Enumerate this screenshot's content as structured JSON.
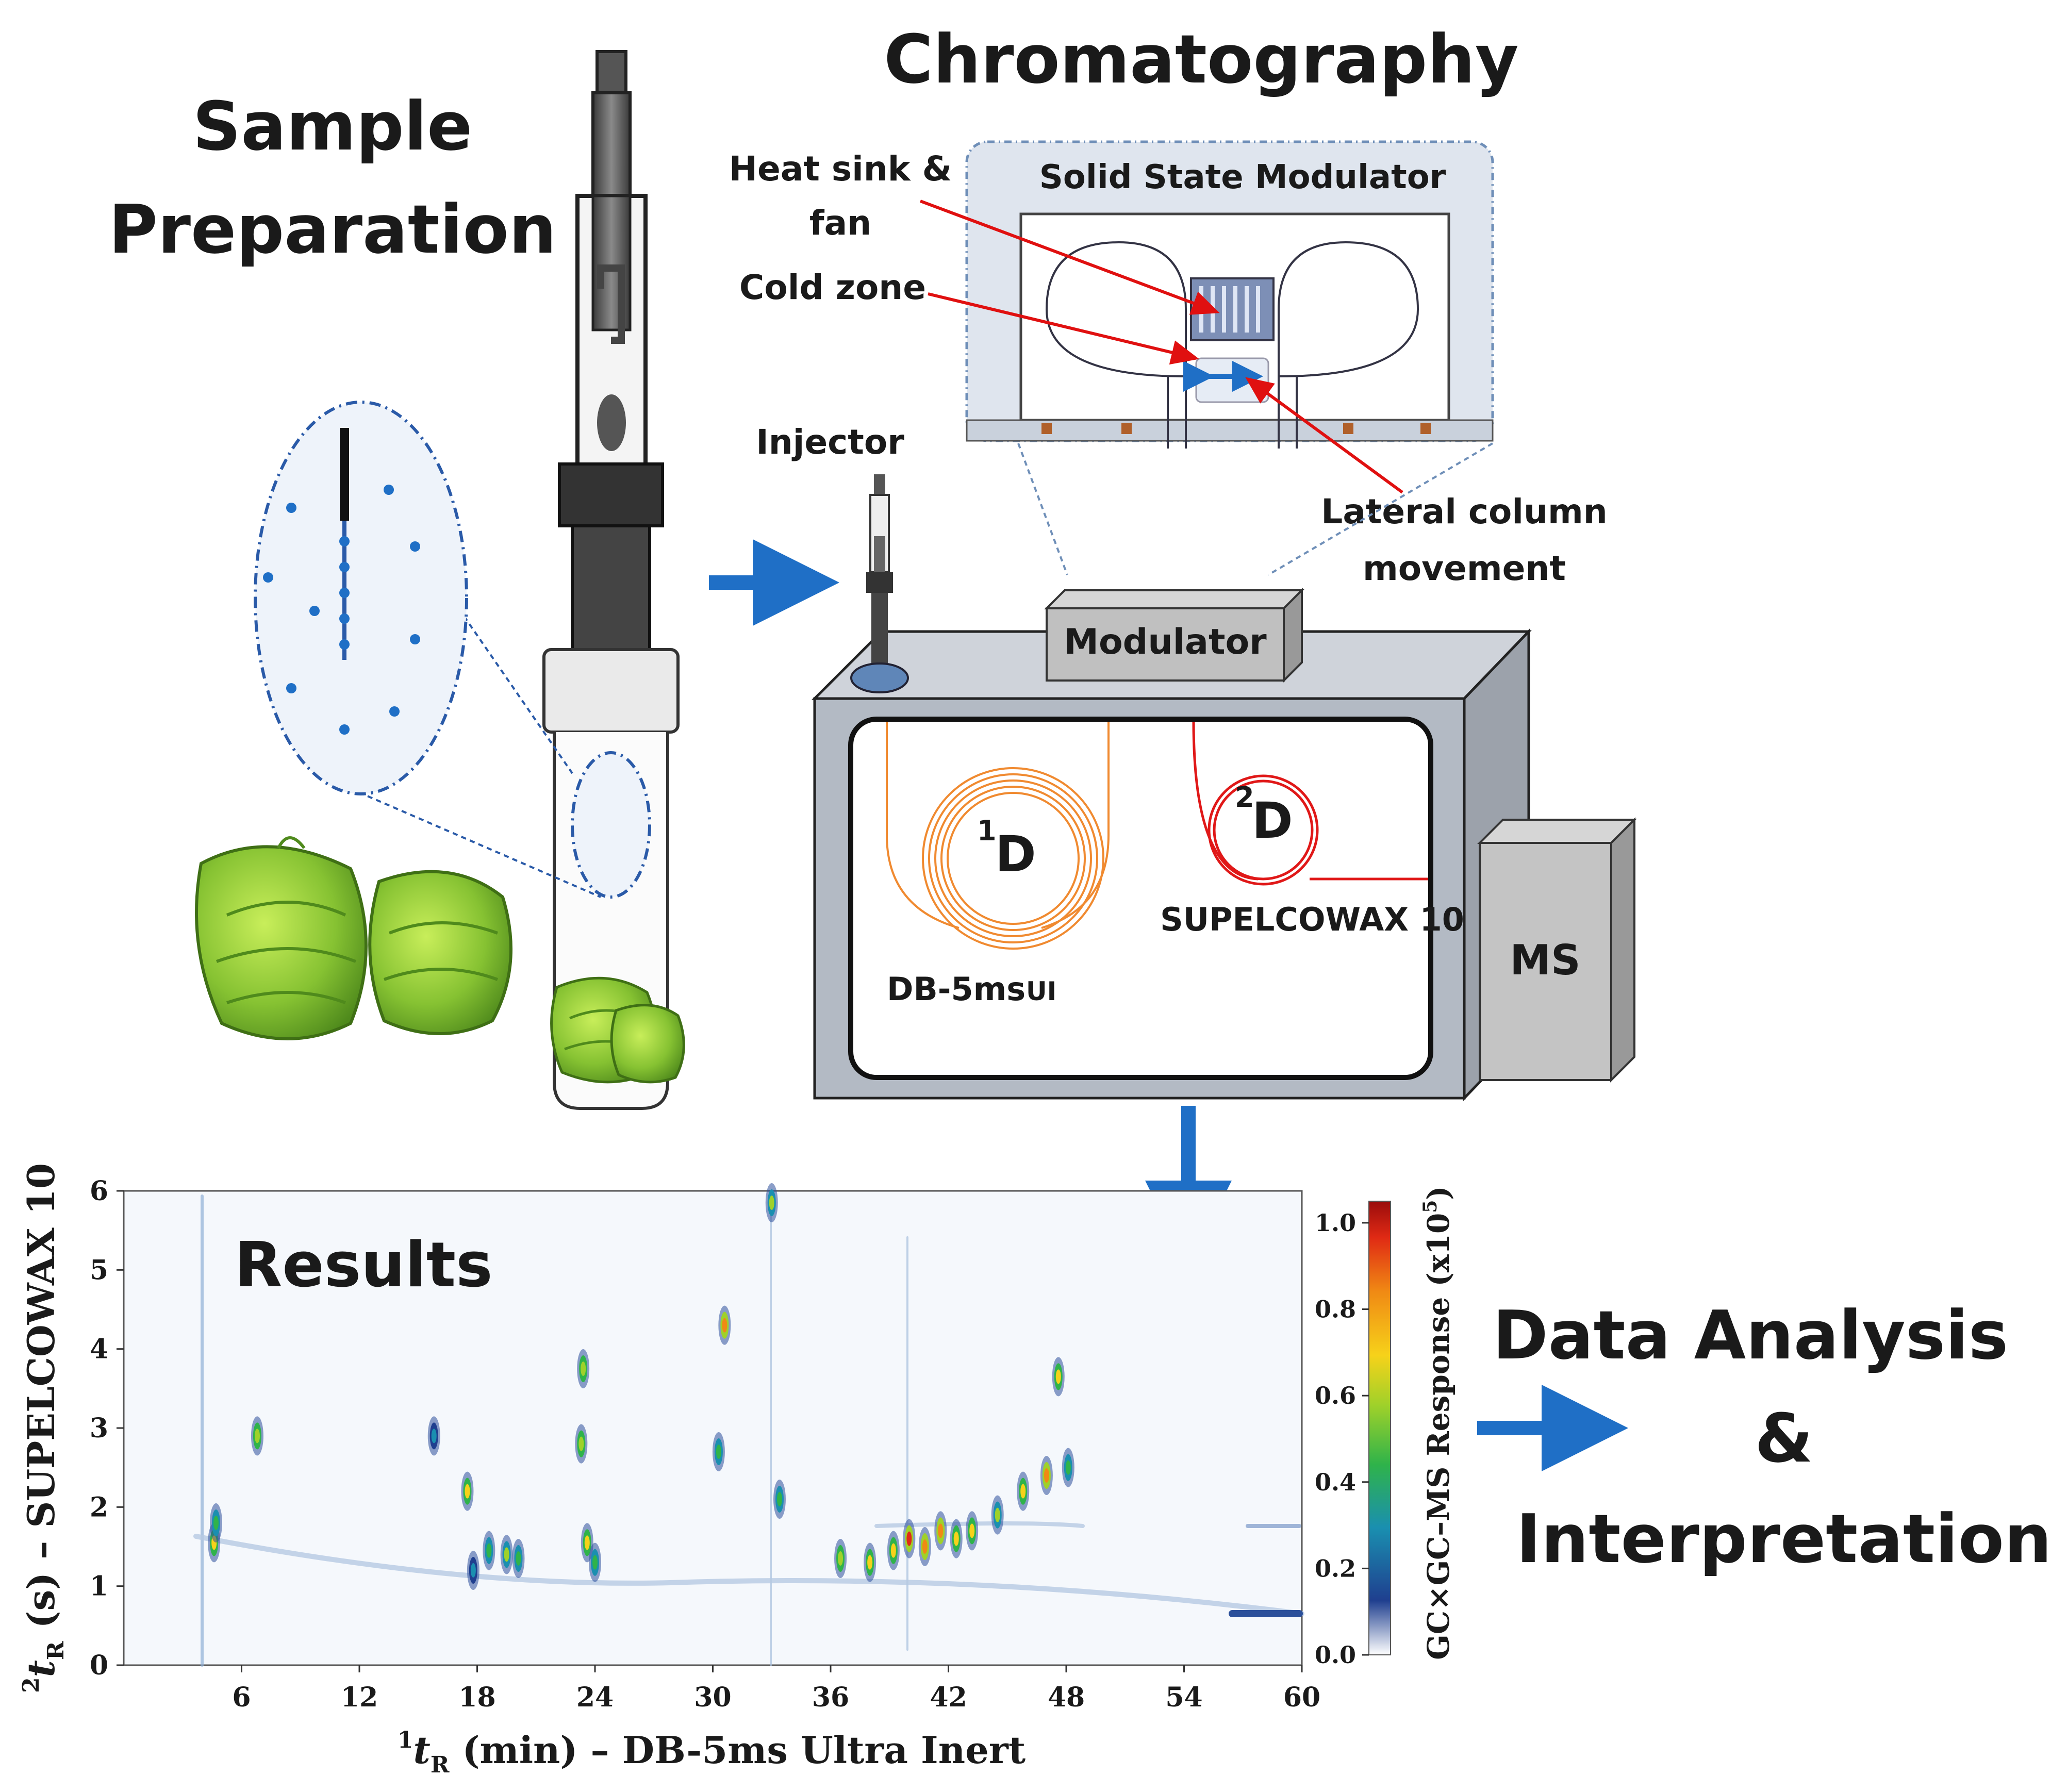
{
  "titles": {
    "sample_prep_line1": "Sample",
    "sample_prep_line2": "Preparation",
    "chromatography": "Chromatography",
    "data_analysis_line1": "Data Analysis",
    "data_analysis_line2": "&",
    "data_analysis_line3": "Interpretation",
    "results": "Results"
  },
  "modulator_inset": {
    "title": "Solid State Modulator",
    "heat_sink_line1": "Heat sink &",
    "heat_sink_line2": "fan",
    "cold_zone": "Cold zone",
    "lateral_line1": "Lateral column",
    "lateral_line2": "movement"
  },
  "instrument": {
    "injector": "Injector",
    "modulator": "Modulator",
    "first_dim_sup": "1",
    "first_dim": "D",
    "second_dim_sup": "2",
    "second_dim": "D",
    "column1": "DB-5ms",
    "column1_suffix": "UI",
    "column2": "SUPELCOWAX 10",
    "ms": "MS"
  },
  "plot": {
    "x_label_sup": "1",
    "x_label_var": "t",
    "x_label_sub": "R",
    "x_label_rest": " (min) – DB-5ms Ultra Inert",
    "y_label_sup": "2",
    "y_label_var": "t",
    "y_label_sub": "R",
    "y_label_rest": " (s) – SUPELCOWAX 10",
    "x_ticks": [
      "6",
      "12",
      "18",
      "24",
      "30",
      "36",
      "42",
      "48",
      "54",
      "60"
    ],
    "y_ticks": [
      "0",
      "1",
      "2",
      "3",
      "4",
      "5",
      "6"
    ],
    "colorbar_label": "GC×GC–MS Response (x10",
    "colorbar_exp": "5",
    "colorbar_close": ")",
    "colorbar_ticks": [
      "0.0",
      "0.2",
      "0.4",
      "0.6",
      "0.8",
      "1.0"
    ],
    "colors": {
      "low": "#1f3f8f",
      "mid": "#2fb34a",
      "high": "#c81414"
    }
  },
  "chart_data": {
    "type": "heatmap",
    "x_range": [
      0,
      60
    ],
    "y_range": [
      0,
      6
    ],
    "color_range": [
      0.0,
      1.05
    ],
    "peaks": [
      {
        "x": 4.6,
        "y": 1.55,
        "v": 0.7
      },
      {
        "x": 4.7,
        "y": 1.8,
        "v": 0.45
      },
      {
        "x": 6.8,
        "y": 2.9,
        "v": 0.62
      },
      {
        "x": 17.5,
        "y": 2.2,
        "v": 0.68
      },
      {
        "x": 17.8,
        "y": 1.2,
        "v": 0.35
      },
      {
        "x": 18.6,
        "y": 1.45,
        "v": 0.4
      },
      {
        "x": 19.5,
        "y": 1.4,
        "v": 0.55
      },
      {
        "x": 20.1,
        "y": 1.35,
        "v": 0.5
      },
      {
        "x": 15.8,
        "y": 2.9,
        "v": 0.3
      },
      {
        "x": 23.4,
        "y": 3.75,
        "v": 0.58
      },
      {
        "x": 23.3,
        "y": 2.8,
        "v": 0.62
      },
      {
        "x": 23.6,
        "y": 1.55,
        "v": 0.7
      },
      {
        "x": 24.0,
        "y": 1.3,
        "v": 0.45
      },
      {
        "x": 30.6,
        "y": 4.3,
        "v": 0.85
      },
      {
        "x": 30.3,
        "y": 2.7,
        "v": 0.45
      },
      {
        "x": 33.0,
        "y": 5.85,
        "v": 0.55
      },
      {
        "x": 33.4,
        "y": 2.1,
        "v": 0.5
      },
      {
        "x": 36.5,
        "y": 1.35,
        "v": 0.6
      },
      {
        "x": 38.0,
        "y": 1.3,
        "v": 0.72
      },
      {
        "x": 39.2,
        "y": 1.45,
        "v": 0.78
      },
      {
        "x": 40.0,
        "y": 1.6,
        "v": 0.92
      },
      {
        "x": 40.8,
        "y": 1.5,
        "v": 0.88
      },
      {
        "x": 41.6,
        "y": 1.7,
        "v": 0.8
      },
      {
        "x": 42.4,
        "y": 1.6,
        "v": 0.75
      },
      {
        "x": 43.2,
        "y": 1.7,
        "v": 0.65
      },
      {
        "x": 44.5,
        "y": 1.9,
        "v": 0.55
      },
      {
        "x": 45.8,
        "y": 2.2,
        "v": 0.7
      },
      {
        "x": 47.0,
        "y": 2.4,
        "v": 0.82
      },
      {
        "x": 47.6,
        "y": 3.65,
        "v": 0.76
      },
      {
        "x": 48.1,
        "y": 2.5,
        "v": 0.45
      }
    ]
  }
}
